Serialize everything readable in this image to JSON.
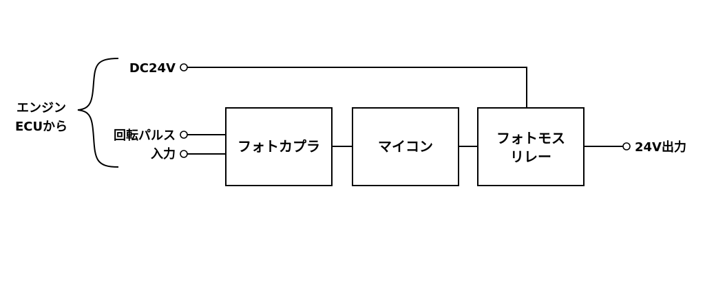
{
  "source": {
    "line1": "エンジン",
    "line2": "ECUから"
  },
  "inputs": {
    "dc24v": "DC24V",
    "pulse_line1": "回転パルス",
    "pulse_line2": "入力"
  },
  "blocks": {
    "photocoupler": "フォトカプラ",
    "microcontroller": "マイコン",
    "photomos_line1": "フォトモス",
    "photomos_line2": "リレー"
  },
  "output": {
    "label": "24V出力"
  },
  "colors": {
    "line": "#000000",
    "background": "#ffffff"
  }
}
